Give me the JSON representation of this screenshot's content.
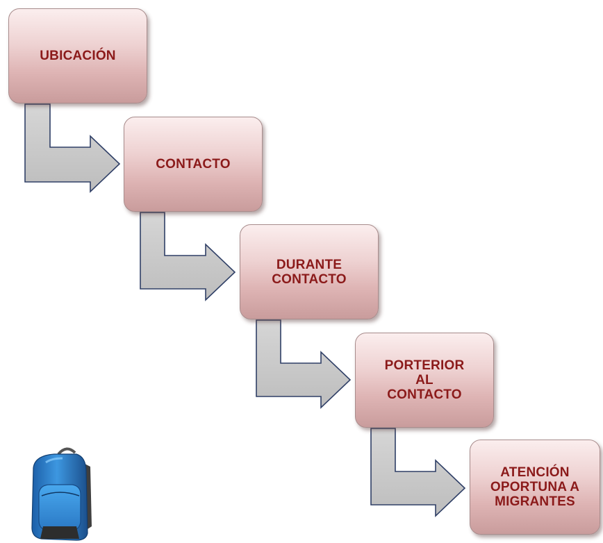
{
  "steps": [
    {
      "label": "UBICACIÓN"
    },
    {
      "label": "CONTACTO"
    },
    {
      "label": "DURANTE\nCONTACTO"
    },
    {
      "label": "PORTERIOR\nAL\nCONTACTO"
    },
    {
      "label": "ATENCIÓN\nOPORTUNA A\nMIGRANTES"
    }
  ],
  "colors": {
    "box_text": "#8b1a1a",
    "arrow_fill": "#c8c8c8",
    "arrow_stroke": "#2f3f66"
  },
  "icons": {
    "backpack": "backpack-icon"
  }
}
